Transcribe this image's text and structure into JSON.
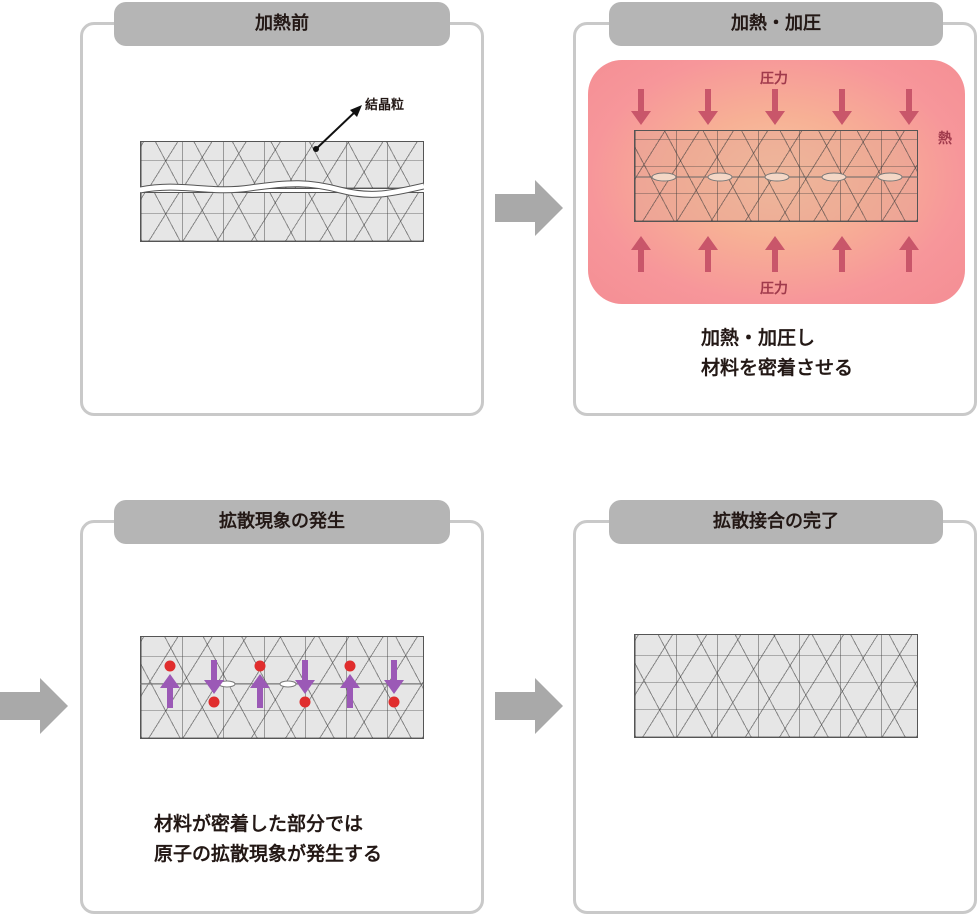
{
  "panels": [
    {
      "title": "加熱前",
      "grain_label": "結晶粒"
    },
    {
      "title": "加熱・加圧",
      "pressure_top": "圧力",
      "pressure_bottom": "圧力",
      "heat": "熱",
      "caption_line1": "加熱・加圧し",
      "caption_line2": "材料を密着させる"
    },
    {
      "title": "拡散現象の発生",
      "caption_line1": "材料が密着した部分では",
      "caption_line2": "原子の拡散現象が発生する"
    },
    {
      "title": "拡散接合の完了"
    }
  ],
  "colors": {
    "tab": "#b5b5b5",
    "panel_border": "#c9c9c9",
    "flow_arrow": "#a9a9a9",
    "pressure_arrow": "#c9566a",
    "diffusion_arrow": "#9b59b6",
    "atom": "#e02d2d",
    "heat_glow": "#f48e94"
  }
}
